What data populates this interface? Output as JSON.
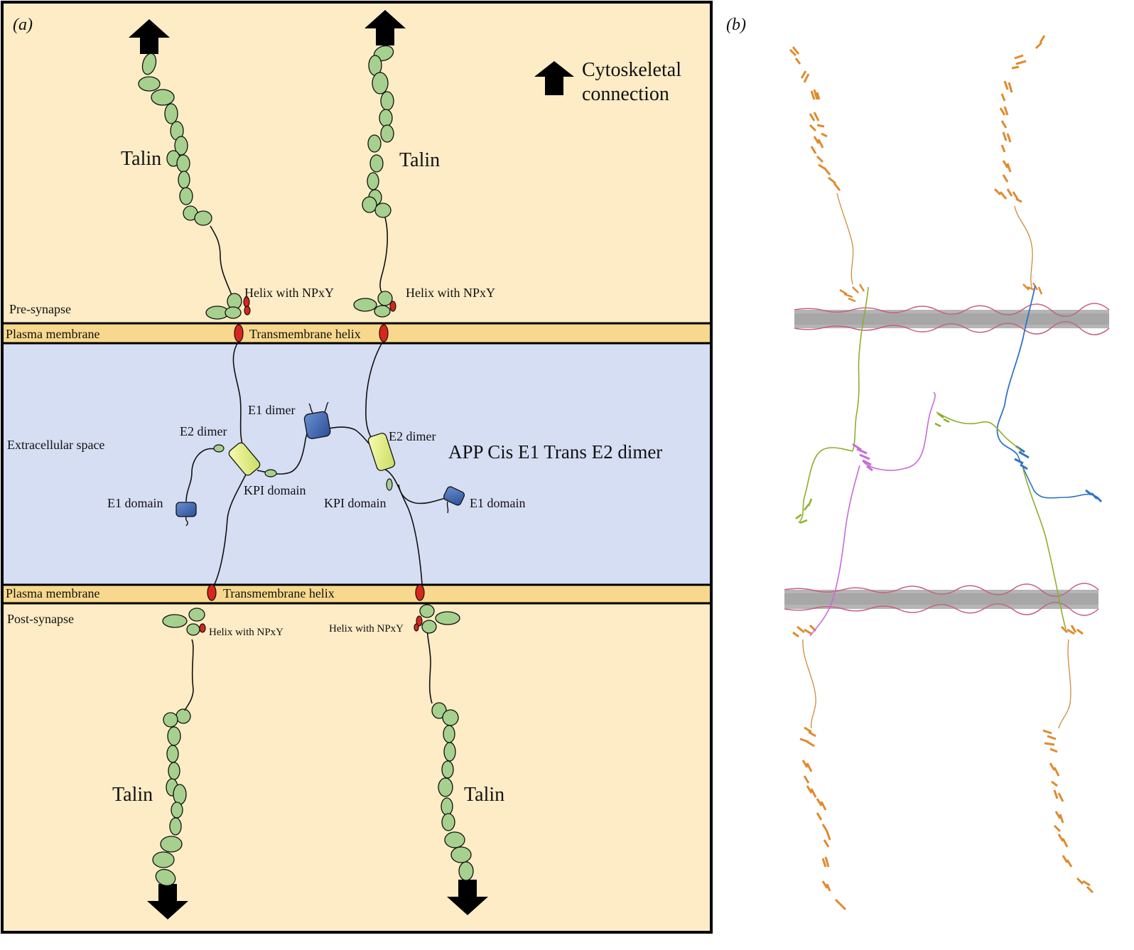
{
  "panel_a": {
    "label": "(a)",
    "legend": {
      "line1": "Cytoskeletal",
      "line2": "connection"
    },
    "title": "APP Cis E1 Trans E2 dimer",
    "regions": {
      "pre_synapse": "Pre-synapse",
      "plasma_membrane_top": "Plasma membrane",
      "extracellular": "Extracellular space",
      "plasma_membrane_bottom": "Plasma membrane",
      "post_synapse": "Post-synapse"
    },
    "labels": {
      "talin_top_left": "Talin",
      "talin_top_right": "Talin",
      "talin_bottom_left": "Talin",
      "talin_bottom_right": "Talin",
      "helix_npxy_top_left": "Helix with NPxY",
      "helix_npxy_top_right": "Helix with NPxY",
      "helix_npxy_bottom_left": "Helix with NPxY",
      "helix_npxy_bottom_right": "Helix with NPxY",
      "tm_helix_top": "Transmembrane helix",
      "tm_helix_bottom": "Transmembrane helix",
      "e1_dimer": "E1 dimer",
      "e2_dimer_left": "E2 dimer",
      "e2_dimer_right": "E2 dimer",
      "kpi_left": "KPI domain",
      "kpi_right": "KPI domain",
      "e1_domain_left": "E1 domain",
      "e1_domain_right": "E1 domain"
    }
  },
  "panel_b": {
    "label": "(b)"
  },
  "colors": {
    "cytoplasm": "#fdecc6",
    "membrane": "#f8d88c",
    "extracellular": "#d6def3",
    "talin": "#a6d08e",
    "red_helix": "#d9261c",
    "e1": "#3f68b0",
    "e2": "#ecef8a",
    "talin_structure": "#e08a2e",
    "app_green": "#8fae2a",
    "app_magenta": "#c86ad8",
    "app_blue": "#2f74c8",
    "bilayer": "#9a9a9a"
  }
}
